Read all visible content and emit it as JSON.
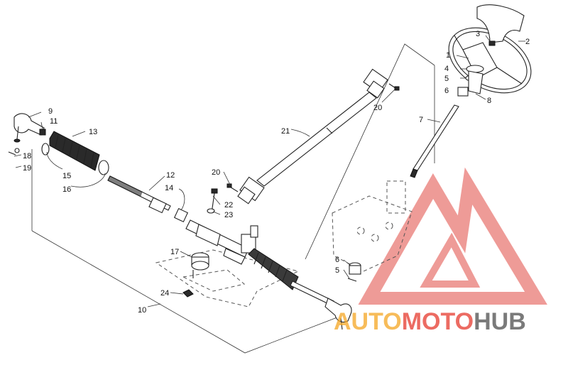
{
  "diagram": {
    "callouts": [
      "1",
      "2",
      "3",
      "4",
      "5",
      "6",
      "7",
      "8",
      "9",
      "10",
      "11",
      "12",
      "13",
      "14",
      "15",
      "16",
      "17",
      "18",
      "19",
      "20",
      "20",
      "21",
      "22",
      "23",
      "24",
      "5",
      "6"
    ]
  },
  "watermark": {
    "part1": "AUTO",
    "part2": "MOTO",
    "part3": "HUB",
    "colors": {
      "accent": "#e8473c",
      "orange": "#f5a623",
      "gray": "#7a7a7a"
    }
  }
}
